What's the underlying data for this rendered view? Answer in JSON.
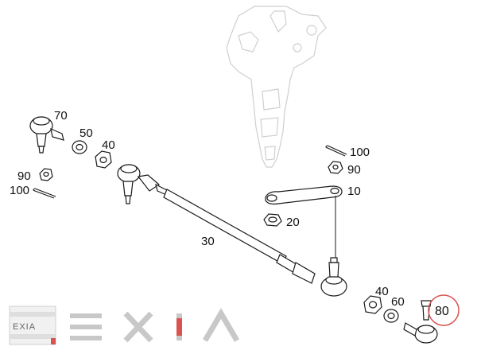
{
  "callouts": {
    "c10": "10",
    "c20": "20",
    "c30": "30",
    "c40a": "40",
    "c40b": "40",
    "c50": "50",
    "c60": "60",
    "c70": "70",
    "c80": "80",
    "c90a": "90",
    "c90b": "90",
    "c100a": "100",
    "c100b": "100"
  },
  "highlighted_callout": "80",
  "highlight_color": "#d9534f",
  "watermark": {
    "logo_text": "EXIA",
    "letters": [
      "E",
      "X",
      "I",
      "A"
    ],
    "accent_color": "#d9534f",
    "letter_color": "#c8c8c8"
  },
  "colors": {
    "line": "#1a1a1a",
    "ghost": "#cfcfcf",
    "fill": "#ffffff"
  }
}
